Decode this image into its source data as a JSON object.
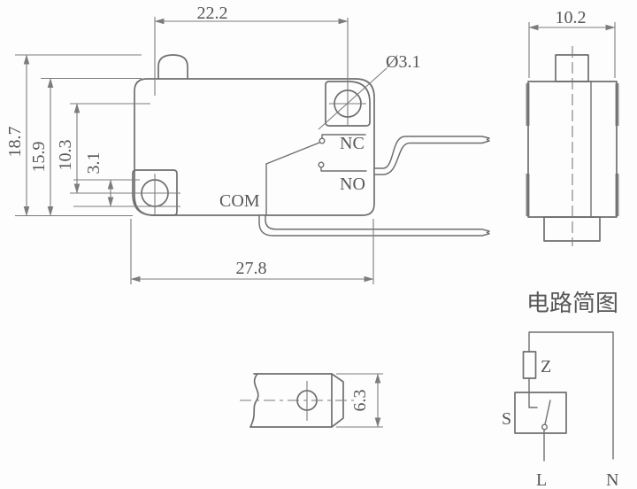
{
  "front_view": {
    "dims": {
      "hole_spacing_h": "22.2",
      "body_width": "27.8",
      "total_height": "18.7",
      "body_height": "15.9",
      "hole_spacing_v": "10.3",
      "hole_edge_offset": "3.1",
      "hole_diameter": "Ø3.1"
    },
    "labels": {
      "nc": "NC",
      "no": "NO",
      "com": "COM"
    }
  },
  "side_view": {
    "dims": {
      "width": "10.2"
    }
  },
  "lever_view": {
    "dims": {
      "height": "6.3"
    }
  },
  "circuit": {
    "title": "电路简图",
    "labels": {
      "impedance": "Z",
      "switch": "S",
      "live": "L",
      "neutral": "N"
    }
  },
  "colors": {
    "line": "#6f6f6f",
    "dim_line": "#7c7c7c",
    "text": "#575757",
    "background": "#fdfdfd"
  }
}
